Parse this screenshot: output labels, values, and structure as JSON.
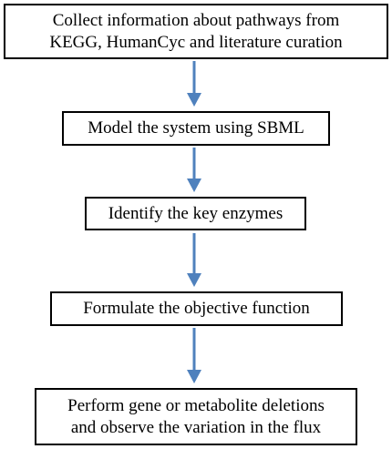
{
  "colors": {
    "arrow": "#4f81bd",
    "box_border": "#000000",
    "text": "#000000"
  },
  "steps": [
    {
      "line1": "Collect information about pathways  from",
      "line2": "KEGG, HumanCyc and literature curation"
    },
    {
      "line1": "Model the system using SBML"
    },
    {
      "line1": "Identify  the key enzymes"
    },
    {
      "line1": "Formulate the objective function"
    },
    {
      "line1": "Perform gene or metabolite deletions",
      "line2": "and observe the variation in the flux"
    }
  ]
}
